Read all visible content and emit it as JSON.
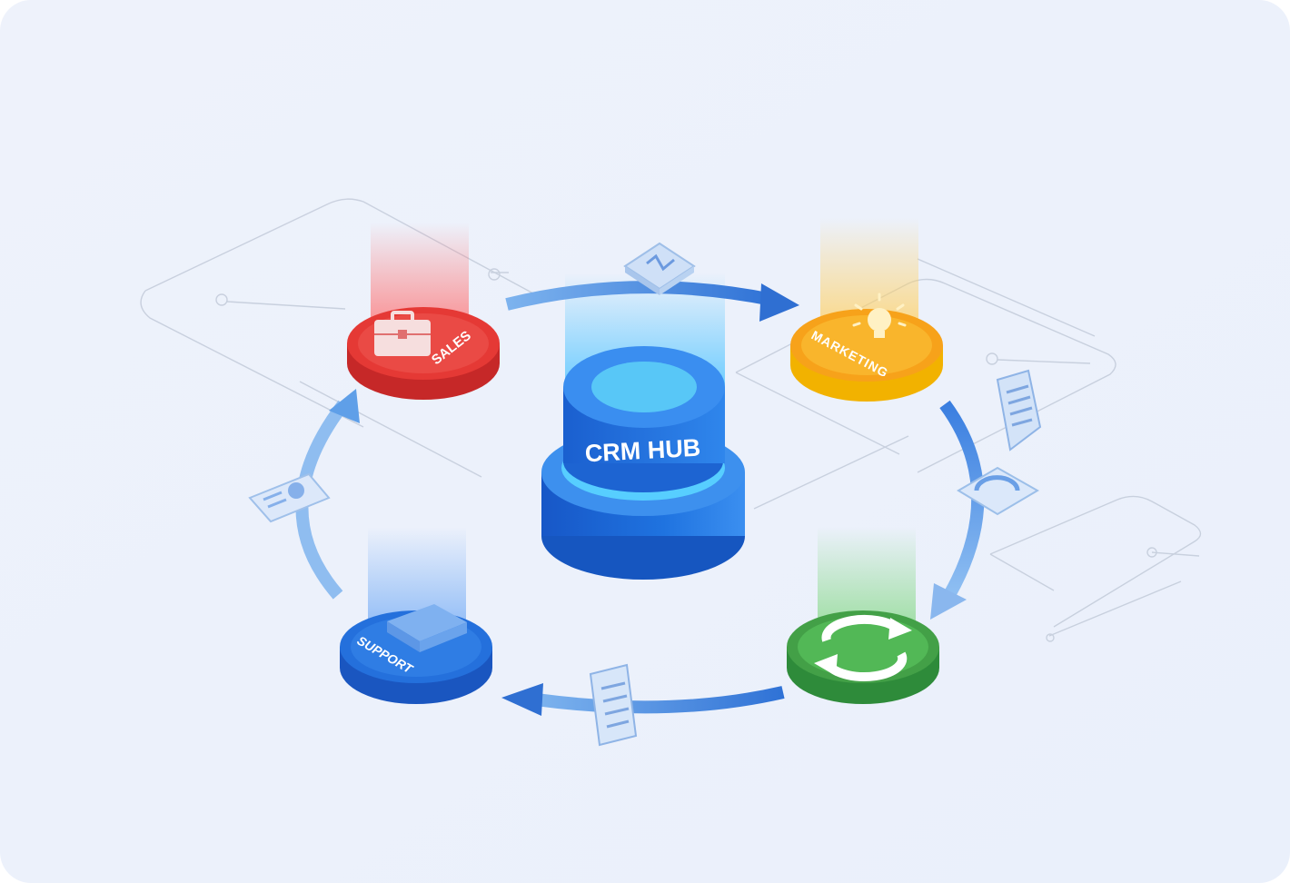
{
  "hub": {
    "label": "CRM HUB"
  },
  "nodes": [
    {
      "id": "sales",
      "label": "SALES",
      "icon": "briefcase-icon",
      "color": "#e53935"
    },
    {
      "id": "marketing",
      "label": "MARKETING",
      "icon": "lightbulb-icon",
      "color": "#f9a825"
    },
    {
      "id": "sync",
      "label": "",
      "icon": "refresh-icon",
      "color": "#43a047"
    },
    {
      "id": "support",
      "label": "SUPPORT",
      "icon": "box-icon",
      "color": "#1e63d6"
    }
  ],
  "colors": {
    "background": "#edf2fc",
    "hub": "#1e6fd9",
    "arrow": "#4c8fe0"
  }
}
